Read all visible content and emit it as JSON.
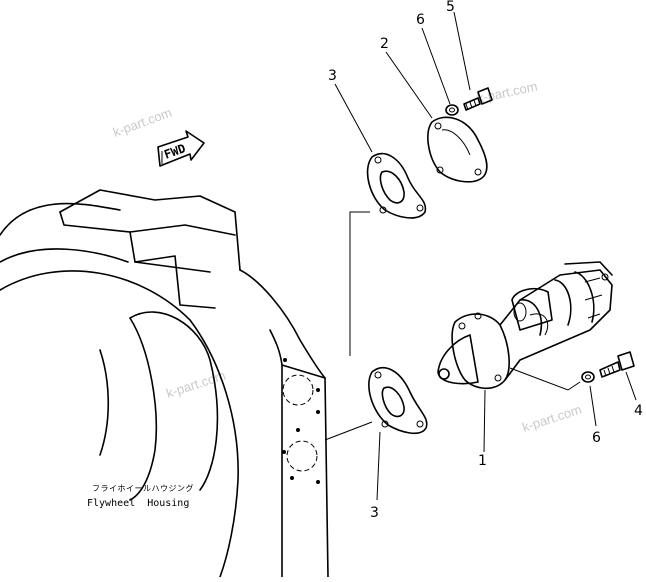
{
  "callouts": {
    "starter": "1",
    "cover": "2",
    "gasket_upper": "3",
    "gasket_lower": "3",
    "bolt_lower": "4",
    "bolt_upper": "5",
    "washer_upper": "6",
    "washer_lower": "6"
  },
  "caption": {
    "japanese": "フライホイールハウジング",
    "english": "Flywheel  Housing"
  },
  "direction_arrow": {
    "label": "FWD"
  },
  "watermarks": [
    "k-part.com",
    "k-part.com",
    "k-part.com",
    "k-part.com"
  ]
}
